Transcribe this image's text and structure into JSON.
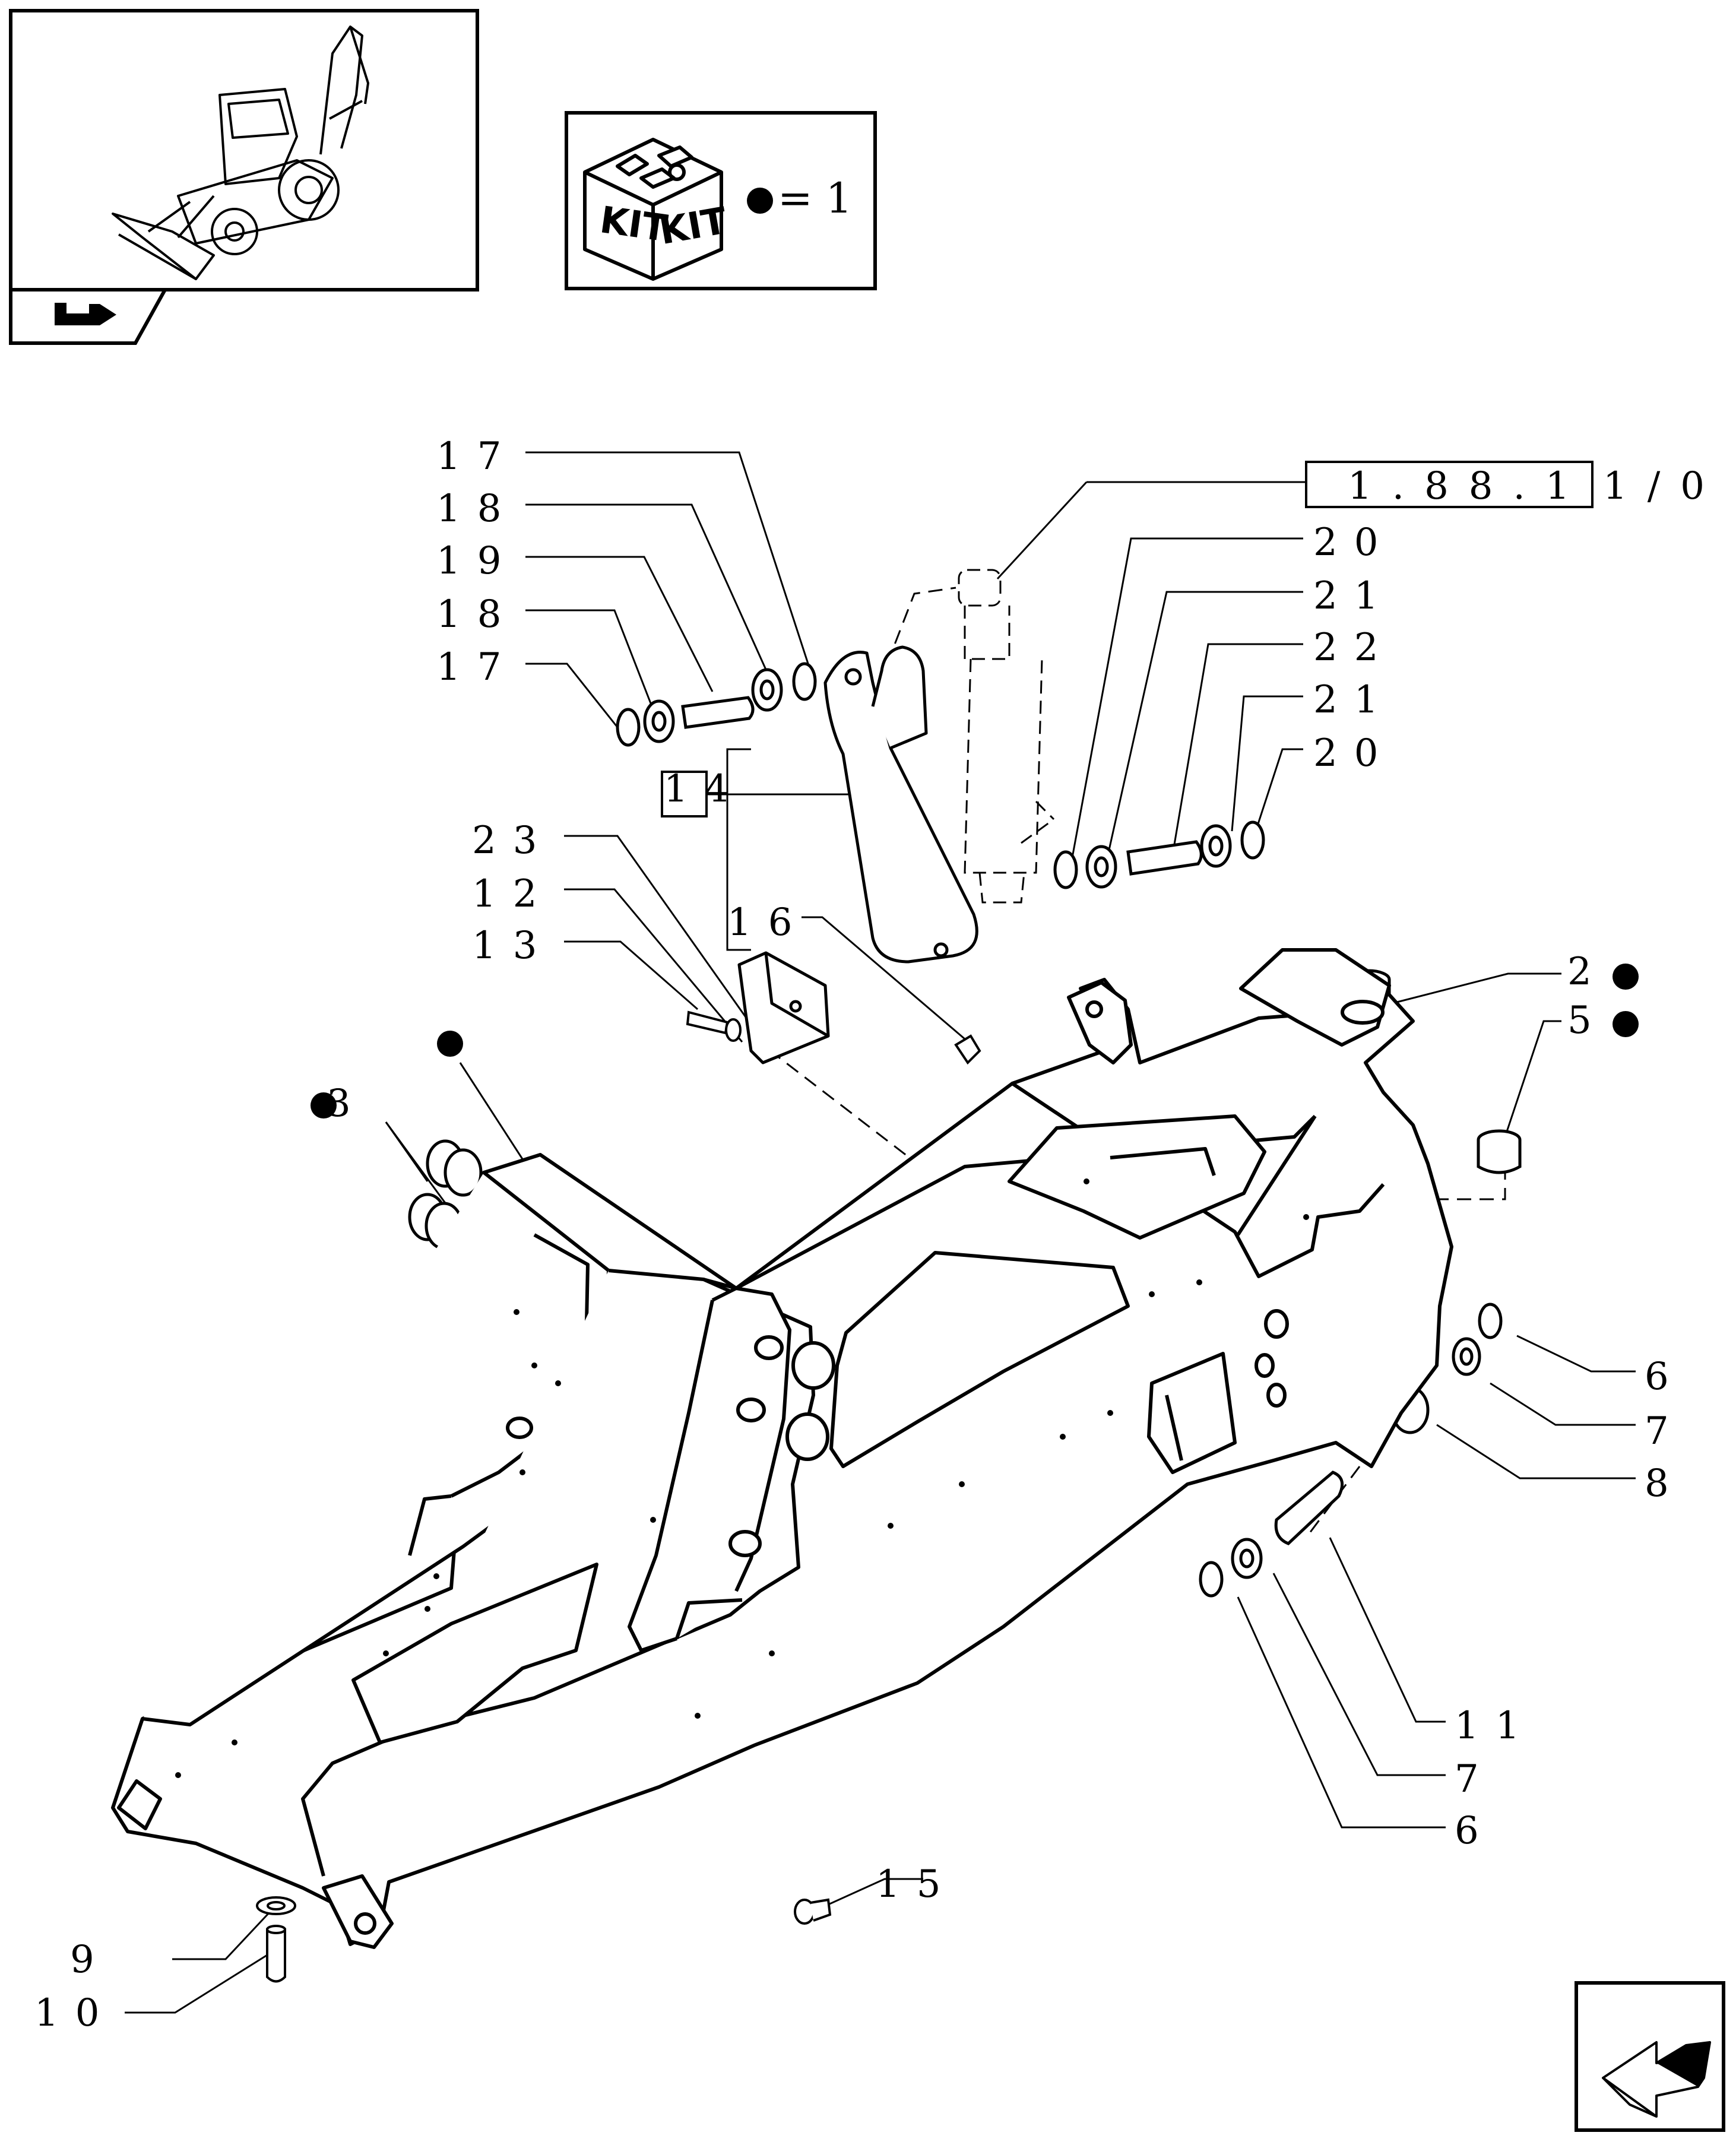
{
  "kit_legend": {
    "box_label_left": "KIT",
    "box_label_right": "KIT",
    "equals_text": "= 1"
  },
  "reference": {
    "boxed": "1.88.1",
    "suffix": "1/0"
  },
  "callouts": {
    "c17a": "17",
    "c18a": "18",
    "c19": "19",
    "c18b": "18",
    "c17b": "17",
    "c14": "14",
    "c23": "23",
    "c12": "12",
    "c13": "13",
    "c16": "16",
    "c20a": "20",
    "c21a": "21",
    "c22": "22",
    "c21b": "21",
    "c20b": "20",
    "c2": "2",
    "c5": "5",
    "c3": "3",
    "c6a": "6",
    "c7a": "7",
    "c8": "8",
    "c11": "11",
    "c7b": "7",
    "c6b": "6",
    "c15": "15",
    "c9": "9",
    "c10": "10"
  },
  "icons": {
    "thumbnail": "backhoe-loader-thumbnail",
    "nav_prev": "prev-page-arrow-icon",
    "nav_next": "next-page-arrow-icon",
    "kit_marker": "kit-dot-icon"
  }
}
